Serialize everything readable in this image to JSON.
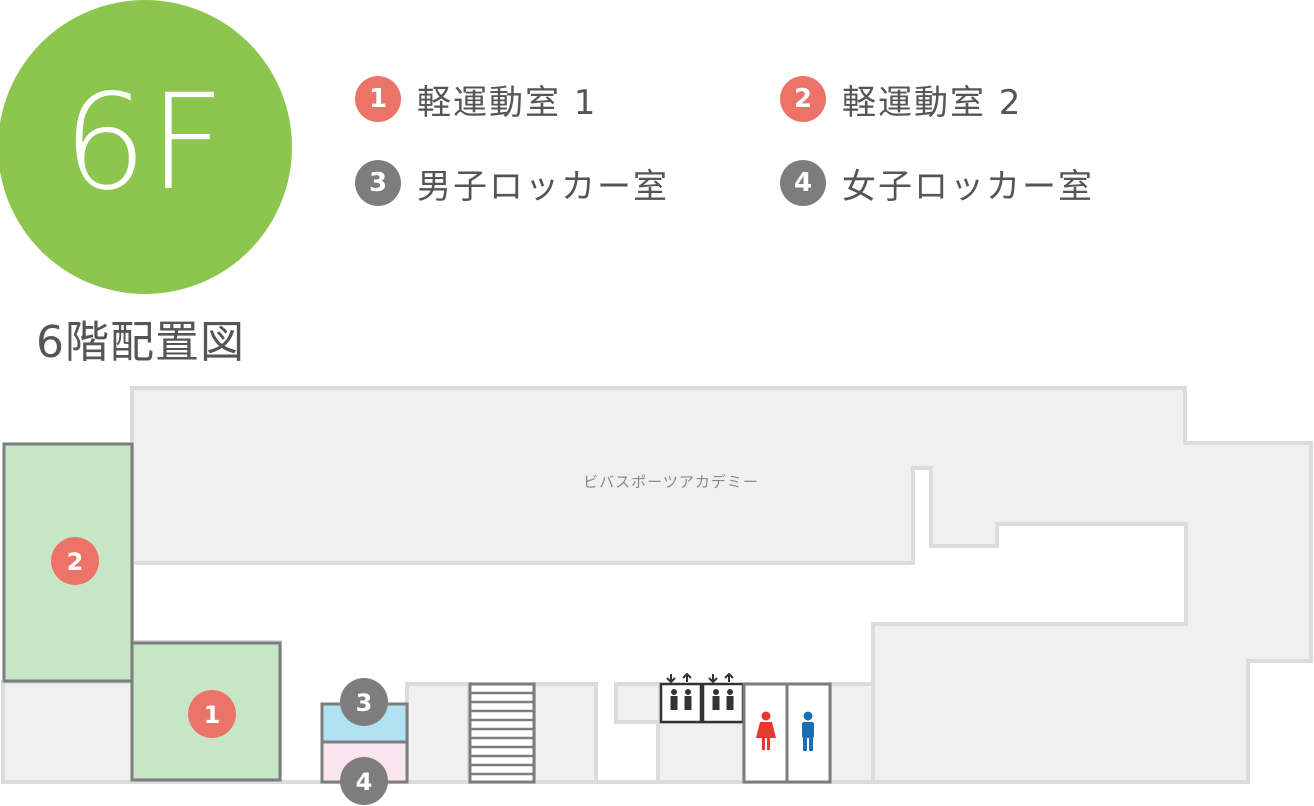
{
  "floor": {
    "label": "6F",
    "map_title": "6階配置図"
  },
  "colors": {
    "floor_circle": "#8dc64f",
    "badge_pink": "#ec7368",
    "badge_gray": "#7d7d7d",
    "room_green": "#c6e6c6",
    "room_blue": "#b0e2f4",
    "room_pink": "#fbe6ef",
    "building": "#f0f0f0",
    "wall": "#dcdcdc",
    "female_icon": "#e8382f",
    "male_icon": "#1a6fb4"
  },
  "legend": [
    {
      "number": "1",
      "label": "軽運動室 1",
      "color": "pink",
      "icon": "number-badge"
    },
    {
      "number": "2",
      "label": "軽運動室 2",
      "color": "pink",
      "icon": "number-badge"
    },
    {
      "number": "3",
      "label": "男子ロッカー室",
      "color": "gray",
      "icon": "number-badge"
    },
    {
      "number": "4",
      "label": "女子ロッカー室",
      "color": "gray",
      "icon": "number-badge"
    }
  ],
  "map": {
    "tenant_label": "ビバスポーツアカデミー",
    "markers": [
      "1",
      "2",
      "3",
      "4"
    ],
    "icons": [
      "elevator-icon",
      "elevator-icon",
      "female-restroom-icon",
      "male-restroom-icon",
      "stairs-icon"
    ]
  }
}
